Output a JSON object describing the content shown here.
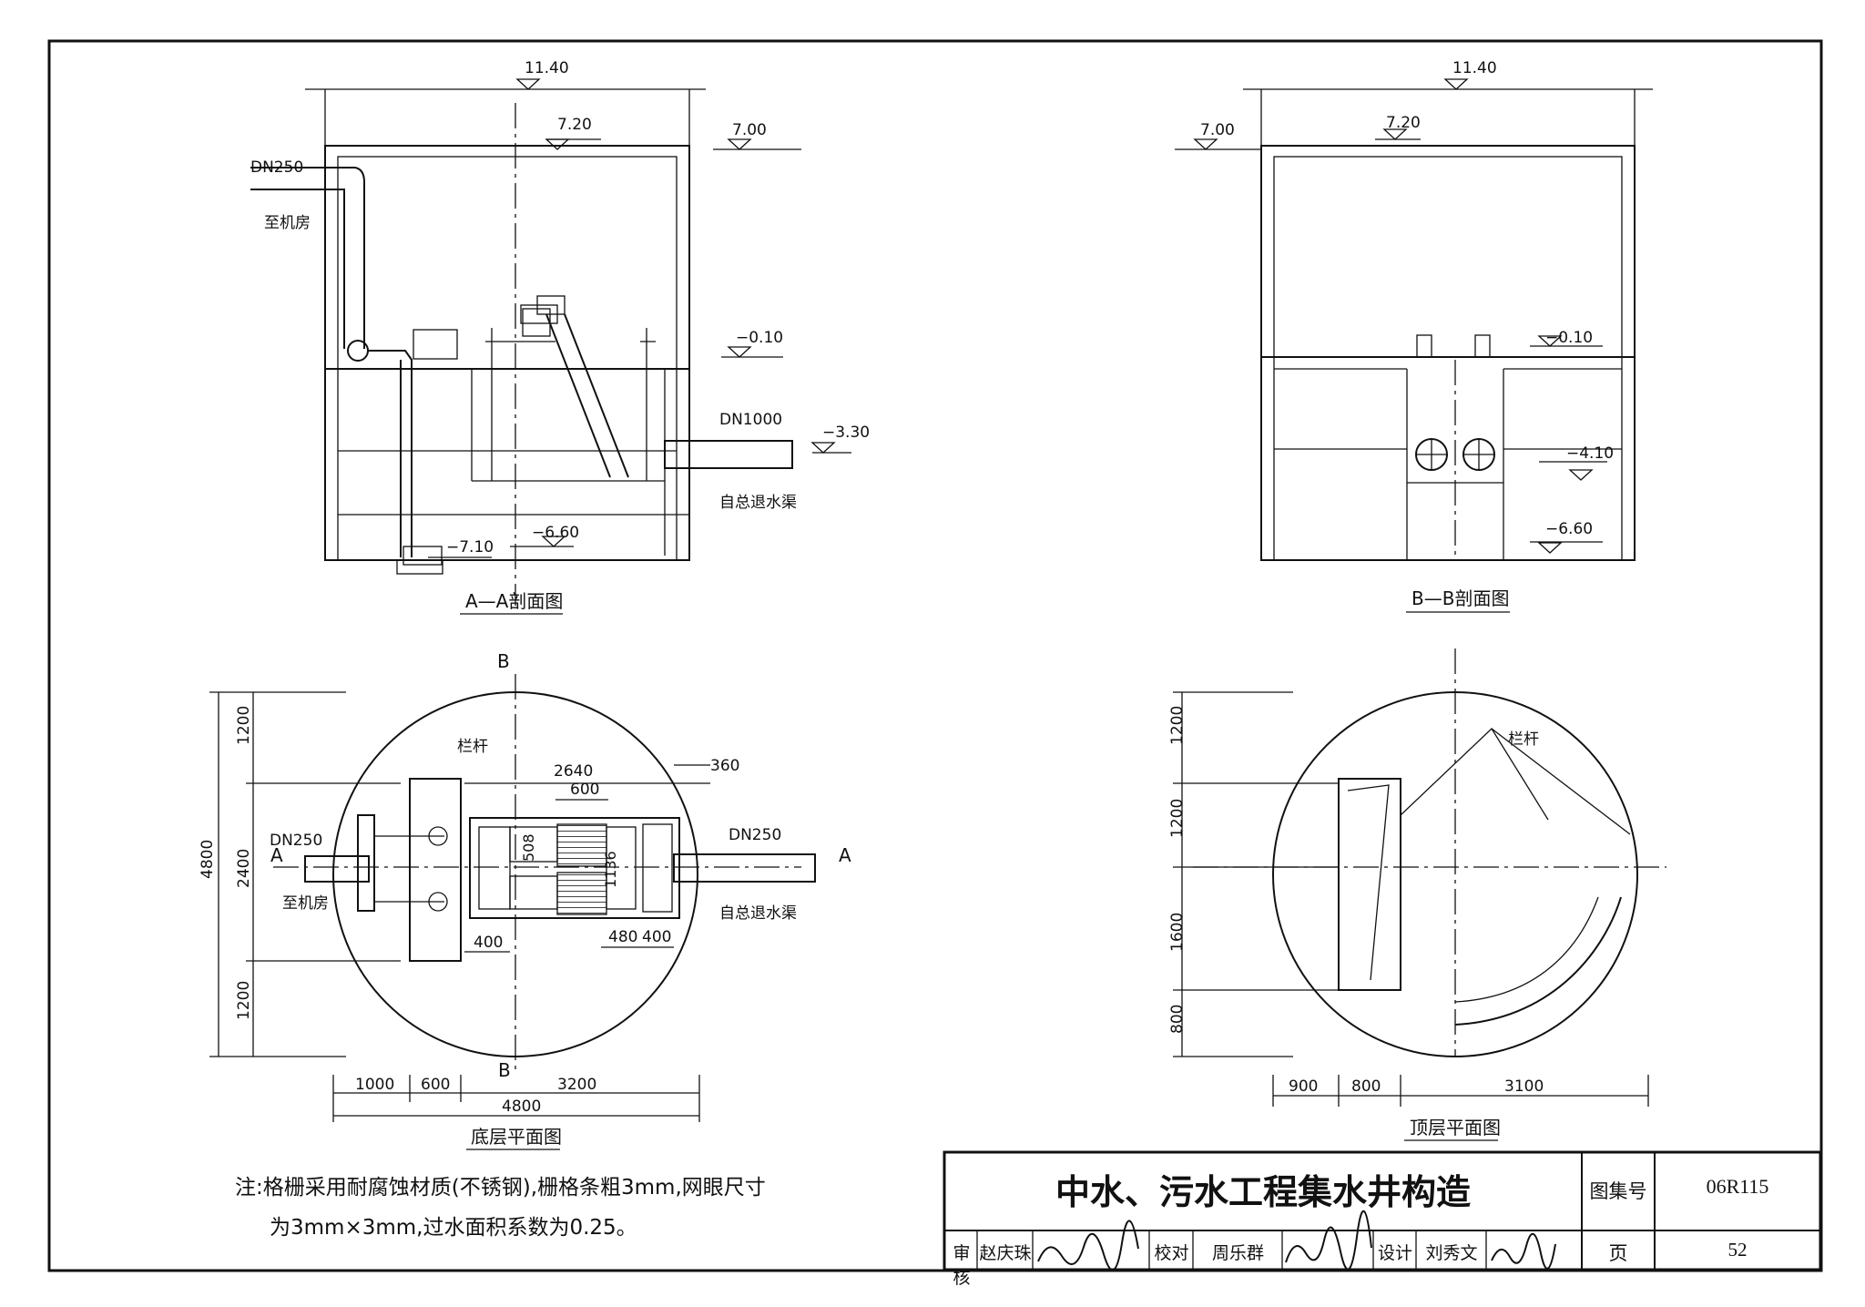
{
  "drawing": {
    "title": "中水、污水工程集水井构造",
    "atlas_label": "图集号",
    "atlas_no": "06R115",
    "page_label": "页",
    "page_no": "52",
    "sign_row": {
      "review_label": "审核",
      "review_name": "赵庆珠",
      "check_label": "校对",
      "check_name": "周乐群",
      "design_label": "设计",
      "design_name": "刘秀文"
    },
    "note_line1": "注:格栅采用耐腐蚀材质(不锈钢),栅格条粗3mm,网眼尺寸",
    "note_line2": "为3mm×3mm,过水面积系数为0.25。"
  },
  "section_aa": {
    "caption": "A—A剖面图",
    "elev_top": "11.40",
    "elev_cover": "7.20",
    "elev_ground": "7.00",
    "elev_m010": "−0.10",
    "elev_m330": "−3.30",
    "elev_m660": "−6.60",
    "elev_m710": "−7.10",
    "pipe_in": "DN250",
    "pipe_in_dest": "至机房",
    "pipe_out": "DN1000",
    "pipe_out_src": "自总退水渠"
  },
  "section_bb": {
    "caption": "B—B剖面图",
    "elev_top": "11.40",
    "elev_cover": "7.20",
    "elev_ground": "7.00",
    "elev_m010": "−0.10",
    "elev_m410": "−4.10",
    "elev_m660": "−6.60"
  },
  "plan_bottom": {
    "caption": "底层平面图",
    "label_B_top": "B",
    "label_B_bottom": "B",
    "label_A_left": "A",
    "label_A_right": "A",
    "railing": "栏杆",
    "pipe_left": "DN250",
    "pipe_left_dest": "至机房",
    "pipe_right": "DN250",
    "pipe_right_src": "自总退水渠",
    "dim_2640": "2640",
    "dim_360": "360",
    "dim_600": "600",
    "dim_508": "508",
    "dim_1136": "1136",
    "dim_480": "480",
    "dim_400a": "400",
    "dim_400b": "400",
    "dim_1200a": "1200",
    "dim_2400": "2400",
    "dim_1200b": "1200",
    "dim_4800v": "4800",
    "dim_1000": "1000",
    "dim_600b": "600",
    "dim_3200": "3200",
    "dim_4800h": "4800"
  },
  "plan_top": {
    "caption": "顶层平面图",
    "railing": "栏杆",
    "dim_1200a": "1200",
    "dim_1200b": "1200",
    "dim_1600": "1600",
    "dim_800v": "800",
    "dim_900": "900",
    "dim_800": "800",
    "dim_3100": "3100"
  }
}
